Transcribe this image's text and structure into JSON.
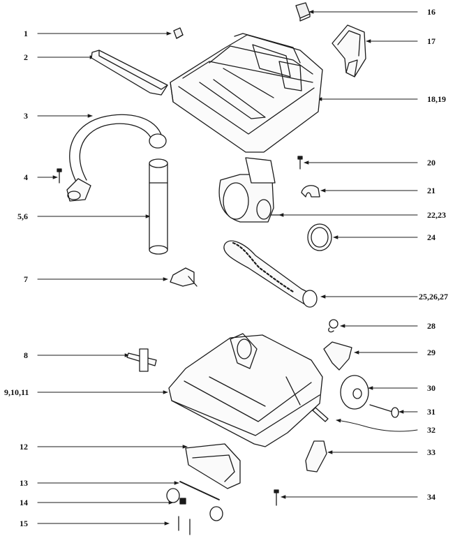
{
  "diagram": {
    "left_labels": [
      "1",
      "2",
      "3",
      "4",
      "5,6",
      "7",
      "8",
      "9,10,11",
      "12",
      "13",
      "14",
      "15"
    ],
    "right_labels": [
      "16",
      "17",
      "18,19",
      "20",
      "21",
      "22,23",
      "24",
      "25,26,27",
      "28",
      "29",
      "30",
      "31",
      "32",
      "33",
      "34"
    ],
    "colors": {
      "ink": "#1a1a1a",
      "paper": "#ffffff"
    }
  }
}
